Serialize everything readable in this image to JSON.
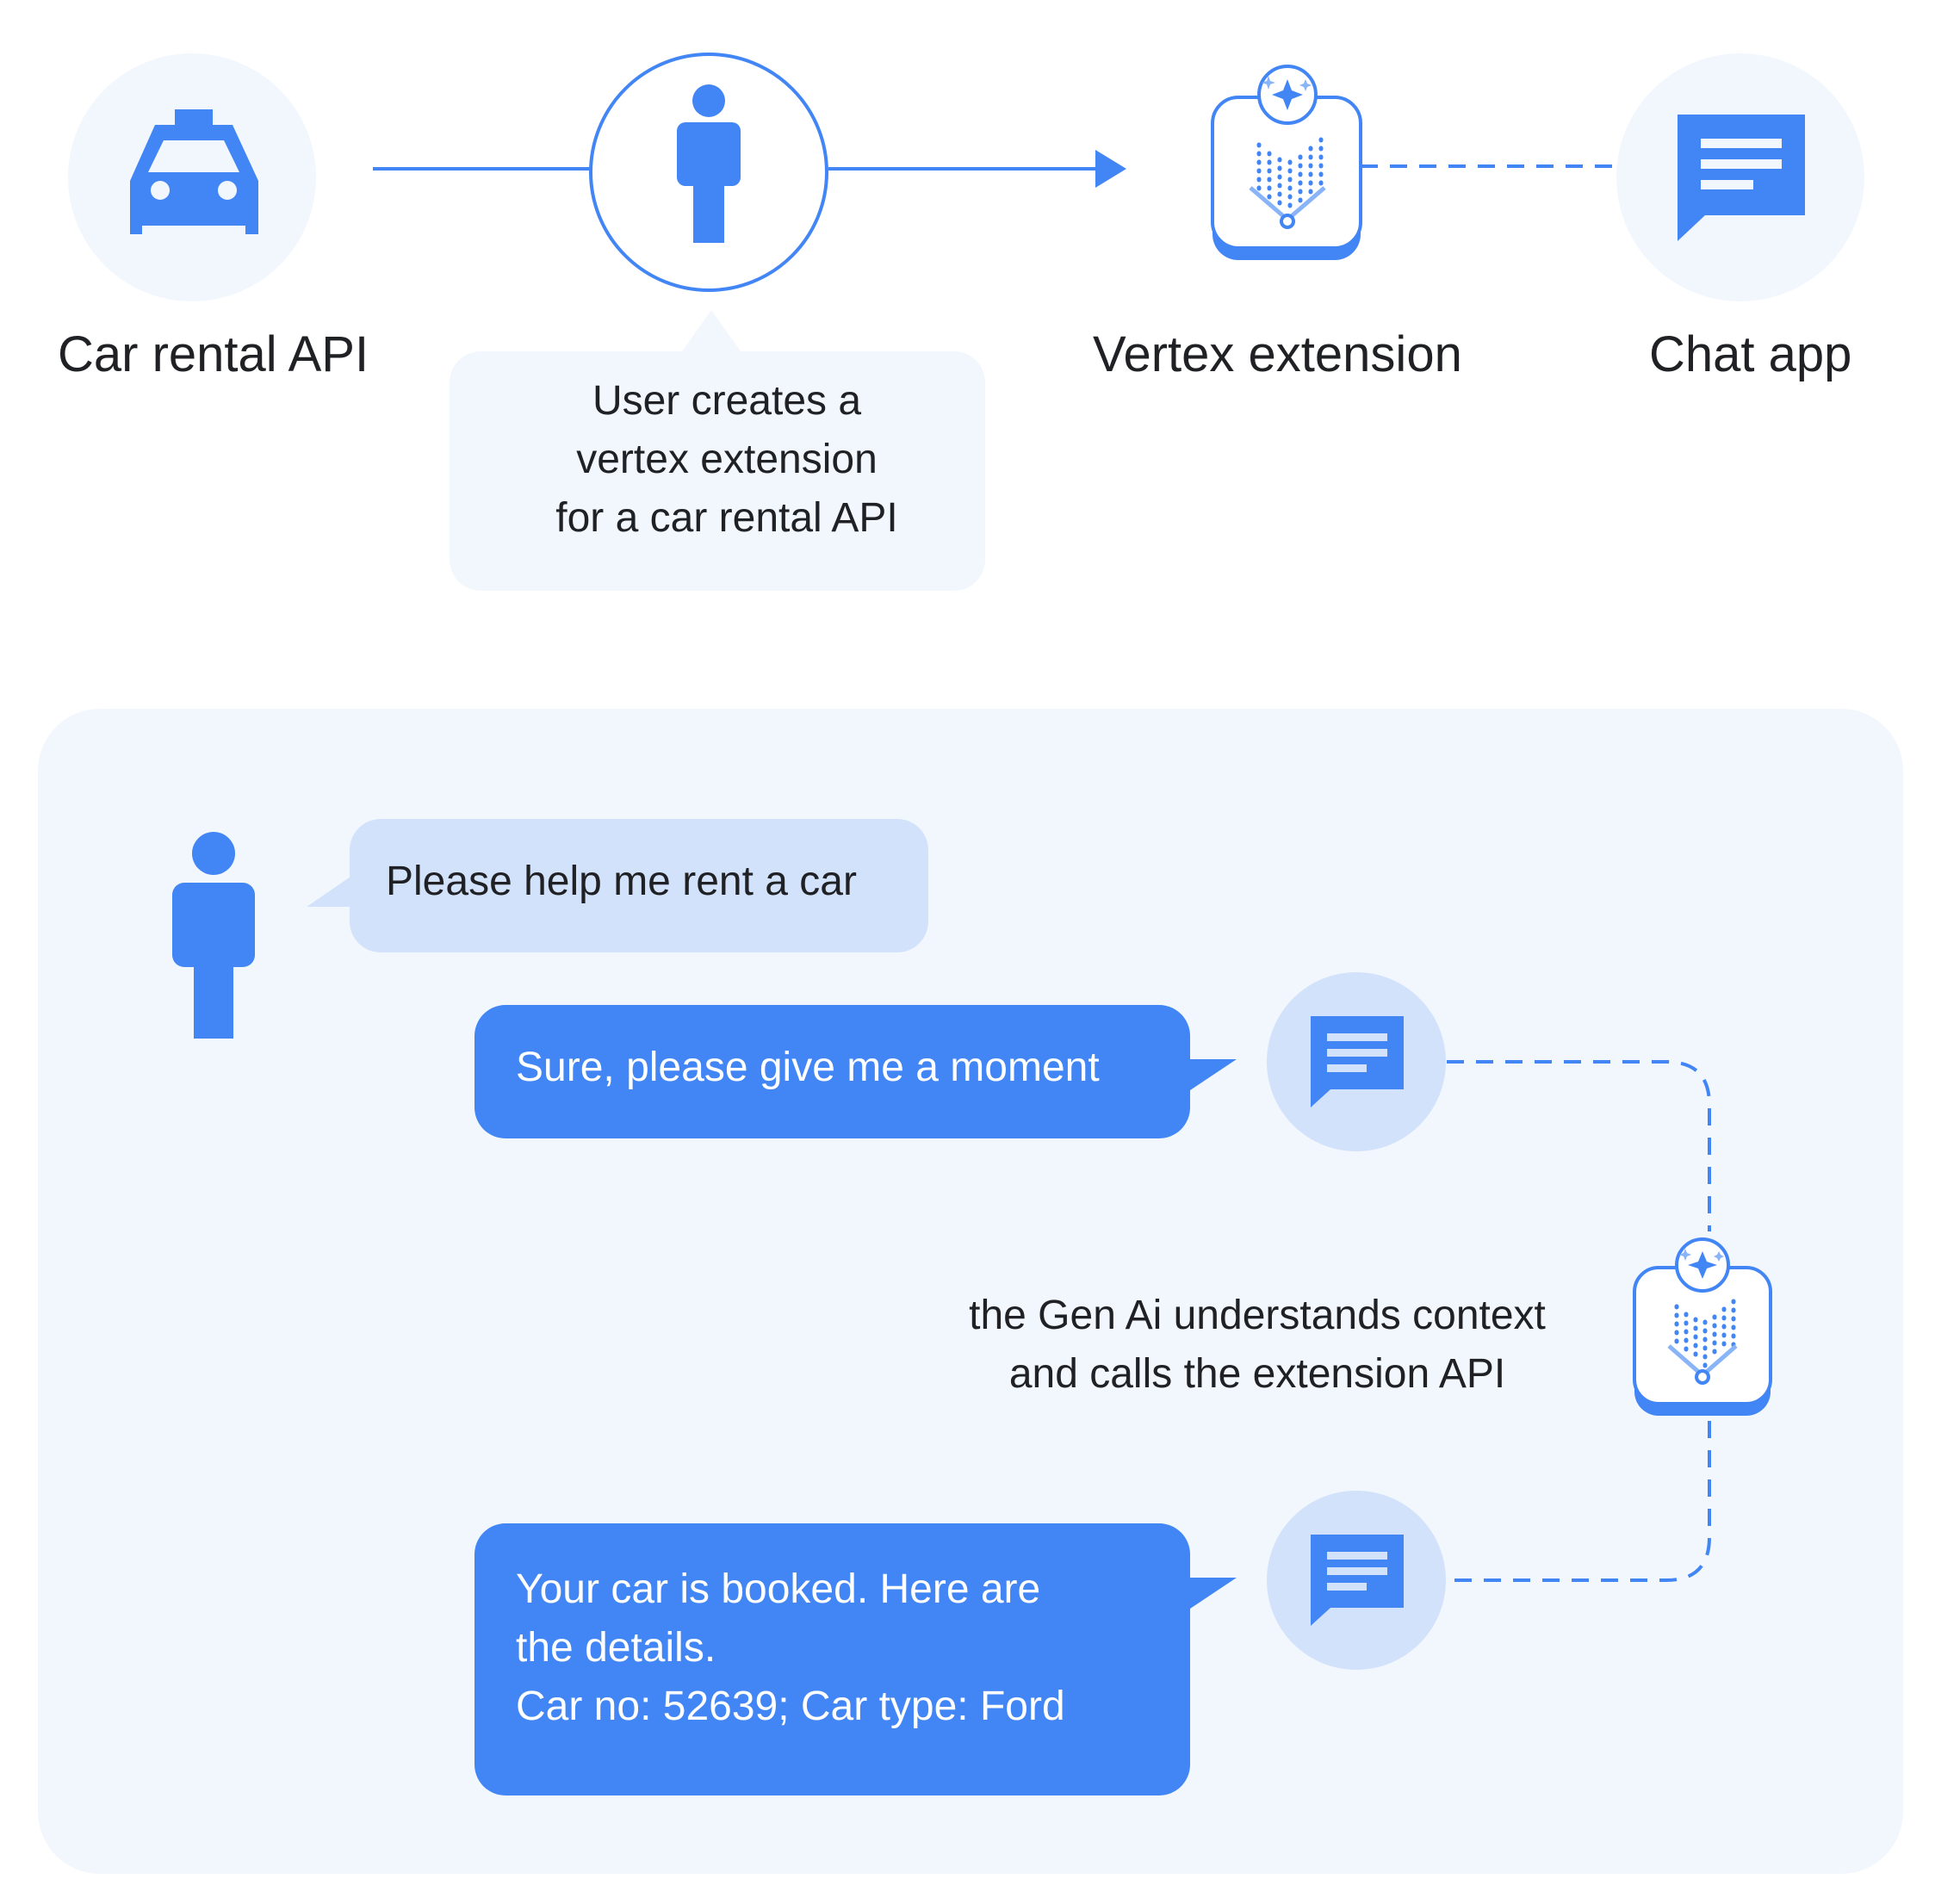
{
  "nodes": {
    "car_rental_api": "Car rental API",
    "vertex_extension": "Vertex extension",
    "chat_app": "Chat app"
  },
  "callout": {
    "lines": [
      "User creates a",
      "vertex extension",
      "for a car rental API"
    ]
  },
  "conversation": {
    "user_message": "Please help me rent a car",
    "bot_reply_1": "Sure, please give me a moment",
    "gen_ai_note": [
      "the Gen Ai understands context",
      "and calls the extension API"
    ],
    "bot_reply_2": [
      "Your car is booked. Here are",
      "the details.",
      "Car no: 52639; Car type: Ford"
    ]
  },
  "colors": {
    "accent_blue": "#4285f4",
    "light_circle": "#f2f7fd",
    "light_blue": "#d3e2fb",
    "text_dark": "#202124"
  },
  "icons": [
    "car-icon",
    "person-icon",
    "vertex-ai-icon",
    "chat-icon"
  ]
}
